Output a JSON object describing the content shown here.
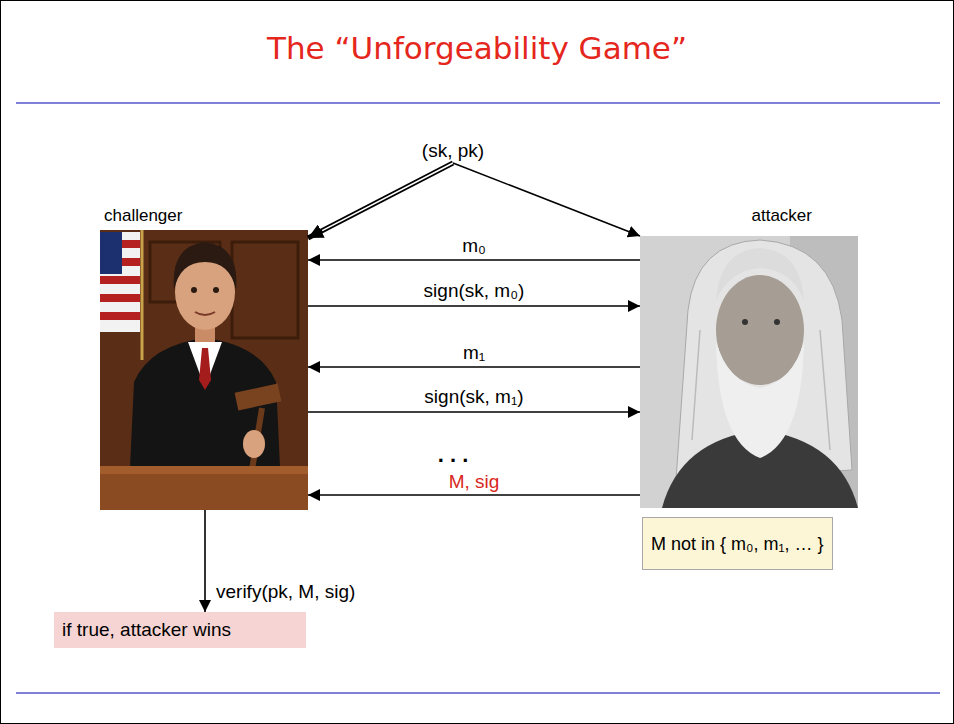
{
  "diagram": {
    "title": "The “Unforgeability Game”",
    "nodes": [
      {
        "text": [
          "(sk, pk)"
        ]
      },
      {
        "text": [
          "challenger"
        ]
      },
      {
        "text": [
          "attacker"
        ]
      },
      {
        "text": [
          "M not in { m₀, m₁, … }"
        ]
      },
      {
        "text": [
          "if true, attacker wins"
        ]
      }
    ],
    "edges": [
      {
        "from": 0,
        "to": 1,
        "arrow": "to"
      },
      {
        "from": 0,
        "to": 2,
        "arrow": "to"
      },
      {
        "from": 2,
        "to": 1,
        "label": "m₀",
        "arrow": "to"
      },
      {
        "from": 1,
        "to": 2,
        "label": "sign(sk, m₀)",
        "arrow": "to"
      },
      {
        "from": 2,
        "to": 1,
        "label": "m₁",
        "arrow": "to"
      },
      {
        "from": 1,
        "to": 2,
        "label": "sign(sk, m₁)",
        "arrow": "to"
      },
      {
        "from": 2,
        "to": 1,
        "label": "M, sig",
        "arrow": "to"
      },
      {
        "from": 1,
        "to": 4,
        "label": "verify(pk, M, sig)",
        "arrow": "to"
      }
    ],
    "labels": [
      ". . ."
    ]
  }
}
